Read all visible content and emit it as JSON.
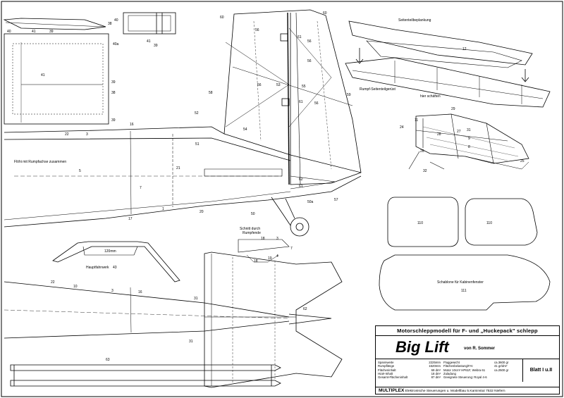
{
  "labels": {
    "l40": "40",
    "l41": "41",
    "l39": "39",
    "l38": "38",
    "l40a": "40a",
    "l60": "60",
    "l58": "58",
    "l56": "56",
    "l55": "55",
    "l54": "54",
    "l53": "53",
    "l52": "52",
    "l61": "61",
    "l59": "59",
    "l51": "51",
    "l22": "22",
    "l3": "3",
    "l16": "16",
    "l5": "5",
    "l21": "21",
    "l7": "7",
    "l1": "1",
    "l17": "17",
    "l20": "20",
    "l50": "50",
    "l50a": "50a",
    "l57": "57",
    "l62": "62",
    "l10": "10",
    "l43": "43",
    "l63": "63",
    "l29": "29",
    "l25": "25",
    "l31": "31",
    "l9": "9",
    "l8": "8",
    "l32": "32",
    "l24": "24",
    "l28": "28",
    "l27": "27",
    "l26": "26",
    "l11": "11",
    "l110a": "110",
    "l110b": "110",
    "l111": "111",
    "l12": "12",
    "l18": "18",
    "l19": "19",
    "l4": "4"
  },
  "notes": {
    "rumpfachse": "Flöhi mit Rumpfachse zusammen",
    "seitenteilbeplankung": "Seitenteilbeplankung",
    "seitenteilgeruest": "Rumpf-Seitenteilgerüst",
    "schaeften": "hier schäften",
    "hauptfahrwerk": "Hauptfahrwerk",
    "hauptfahrwerk_num": "43",
    "width_120": "120mm",
    "schnitt": "Schnitt durch\nRumpfende",
    "schablone": "Schablone für Kabinenfenster"
  },
  "title_block": {
    "title": "Motorschleppmodell für F- und „Huckepack\" schlepp",
    "name": "Big Lift",
    "author": "von R. Sommer",
    "specs_left_labels": [
      "Spannweite",
      "Rumpflänge",
      "Flächeninhalt",
      "HLW-Inhalt",
      "Gesamt-Flächeninhalt"
    ],
    "specs_left_values": [
      "2225mm",
      "1620mm",
      "69 dm²",
      "18 dm²",
      "87 dm²"
    ],
    "specs_right_labels": [
      "Fluggewicht",
      "Flächenbelastung/FAI",
      "Motor 10cm³ HP61F, Webra 61",
      "Zuladung",
      "Geeignete Steuerung: Royal 4-6"
    ],
    "specs_right_values": [
      "ca.3600 gr",
      "41 gr/dm²",
      "",
      "ca.2500 gr",
      ""
    ],
    "sheet": "Blatt I u.II",
    "publisher": "MULTIPLEX",
    "publisher_line": "Elektronische Steuerungen u. Modellbau 5.Kaminstut   7532 Niefern"
  }
}
